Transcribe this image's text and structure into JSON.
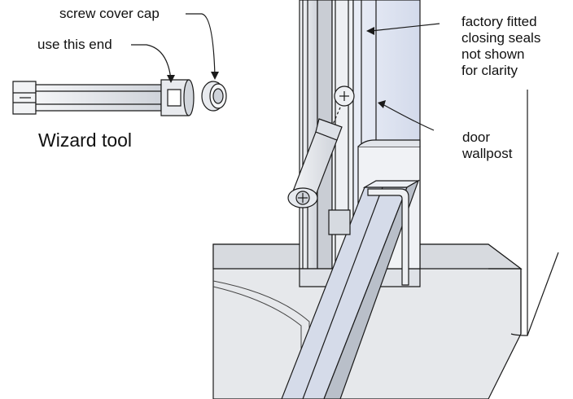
{
  "labels": {
    "screw_cover_cap": "screw cover cap",
    "use_this_end": "use this end",
    "tool_name": "Wizard tool",
    "seals_note": [
      "factory fitted",
      "closing seals",
      "not shown",
      "for clarity"
    ],
    "door_wallpost": [
      "door",
      "wallpost"
    ]
  },
  "colors": {
    "line": "#1a1a1a",
    "panel_light": "#eef0f3",
    "panel_mid": "#d9dde3",
    "panel_blue": "#dde3f2",
    "panel_dark": "#c4c9d1",
    "base": "#e4e6ea"
  }
}
